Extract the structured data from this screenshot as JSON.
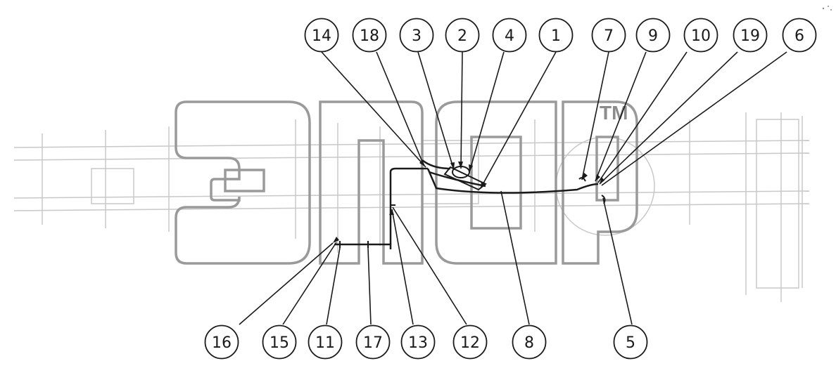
{
  "diagram": {
    "watermark": {
      "tm": "TM"
    },
    "callouts_top": [
      "14",
      "18",
      "3",
      "2",
      "4",
      "1",
      "7",
      "9",
      "10",
      "19",
      "6"
    ],
    "callouts_bottom": [
      "16",
      "15",
      "11",
      "17",
      "13",
      "12",
      "8",
      "5"
    ]
  },
  "colors": {
    "line": "#1a1a1a",
    "background_drawing": "#c8c8c8",
    "watermark": "#9a9a9a"
  }
}
